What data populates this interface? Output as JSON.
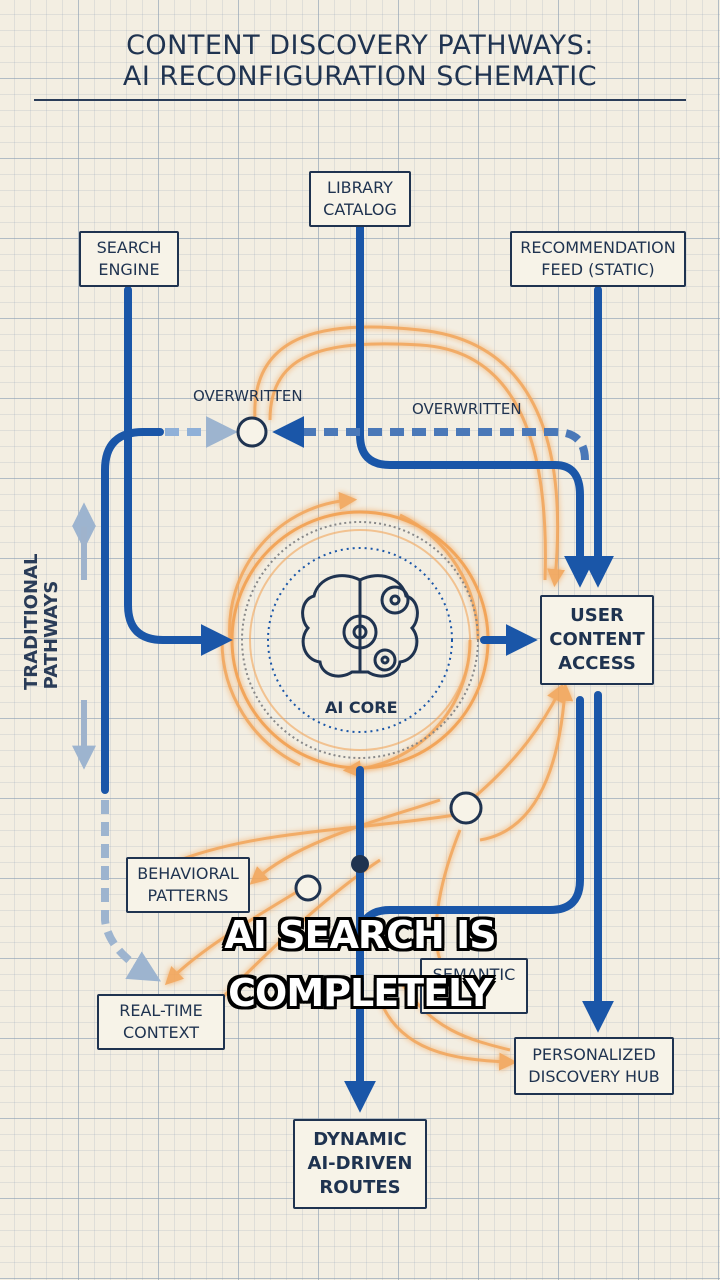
{
  "title": {
    "line1": "CONTENT DISCOVERY PATHWAYS:",
    "line2": "AI RECONFIGURATION SCHEMATIC"
  },
  "nodes": {
    "library_catalog": "LIBRARY\nCATALOG",
    "search_engine": "SEARCH\nENGINE",
    "recommendation_feed": "RECOMMENDATION\nFEED (STATIC)",
    "user_content_access": "USER\nCONTENT\nACCESS",
    "behavioral_patterns": "BEHAVIORAL\nPATTERNS",
    "real_time_context": "REAL-TIME\nCONTEXT",
    "semantic": "SEMANTIC\nS",
    "personalized_hub": "PERSONALIZED\nDISCOVERY HUB",
    "dynamic_routes": "DYNAMIC\nAI-DRIVEN\nROUTES"
  },
  "labels": {
    "overwritten_left": "OVERWRITTEN",
    "overwritten_right": "OVERWRITTEN",
    "ai_core": "AI CORE",
    "traditional_pathways": "TRADITIONAL\nPATHWAYS"
  },
  "caption": {
    "line1": "AI SEARCH IS",
    "line2": "COMPLETELY"
  },
  "colors": {
    "traditional_path": "#1a56a8",
    "ai_path": "#f2a55a",
    "ink": "#1f3350",
    "paper": "#f3eee2"
  }
}
